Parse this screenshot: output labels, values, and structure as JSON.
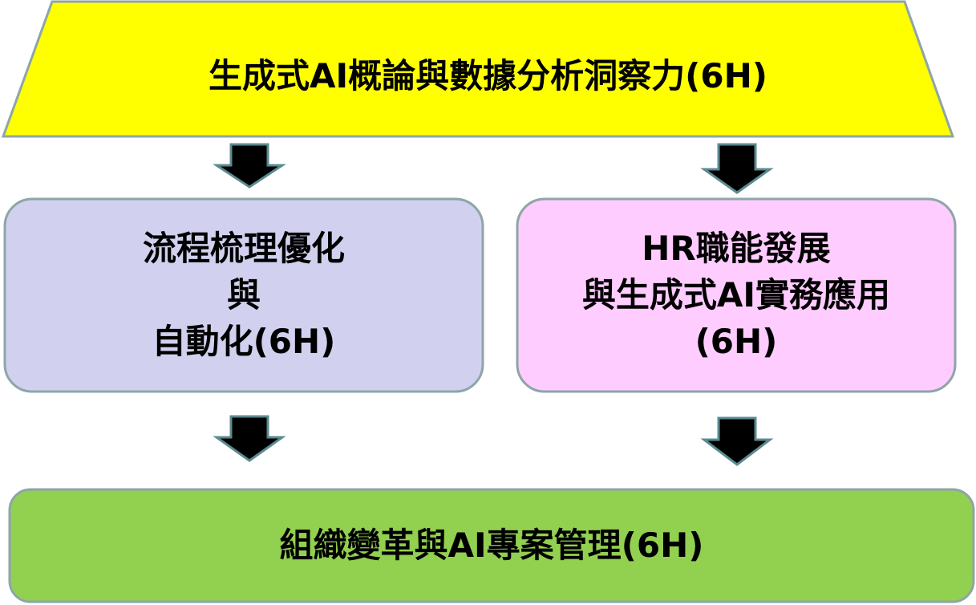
{
  "diagram": {
    "top_node": {
      "text": "生成式AI概論與數據分析洞察力(6H)",
      "fill": "#FFFF00"
    },
    "left_node": {
      "line1": "流程梳理優化",
      "line2": "與",
      "line3": "自動化(6H)",
      "fill": "#D1D1EF"
    },
    "right_node": {
      "line1": "HR職能發展",
      "line2": "與生成式AI實務應用",
      "line3": "(6H)",
      "fill": "#FFCCFF"
    },
    "bottom_node": {
      "text": "組織變革與AI專案管理(6H)",
      "fill": "#92D050"
    },
    "border_color": "#8EA5A8",
    "arrow_color": "#000000",
    "arrow_outline": "#5B8A91"
  }
}
